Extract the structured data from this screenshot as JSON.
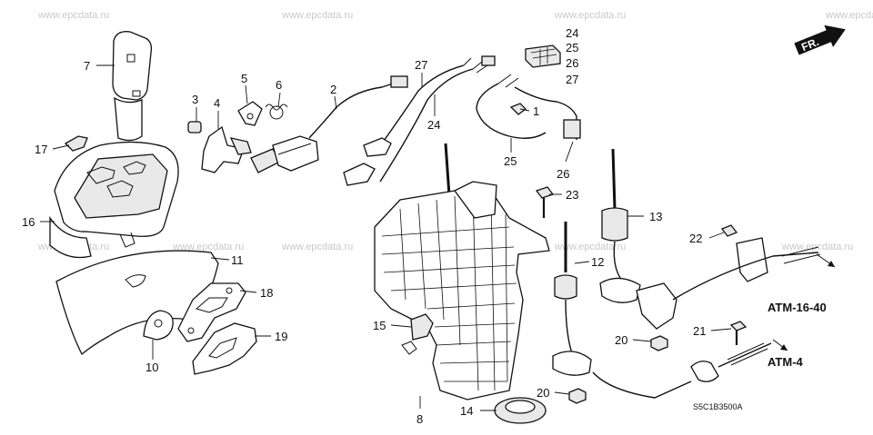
{
  "watermark": "www.epcdata.ru",
  "diagram_code": "S5C1B3500A",
  "direction_label": "FR.",
  "references": {
    "atm_16_40": "ATM-16-40",
    "atm_4": "ATM-4"
  },
  "part_numbers": {
    "p1": "1",
    "p2": "2",
    "p3": "3",
    "p4": "4",
    "p5": "5",
    "p6": "6",
    "p7": "7",
    "p8": "8",
    "p10": "10",
    "p11": "11",
    "p12": "12",
    "p13": "13",
    "p14": "14",
    "p15": "15",
    "p16": "16",
    "p17": "17",
    "p18": "18",
    "p19": "19",
    "p20": "20",
    "p21": "21",
    "p22": "22",
    "p23": "23",
    "p24": "24",
    "p25": "25",
    "p26": "26",
    "p27": "27"
  }
}
